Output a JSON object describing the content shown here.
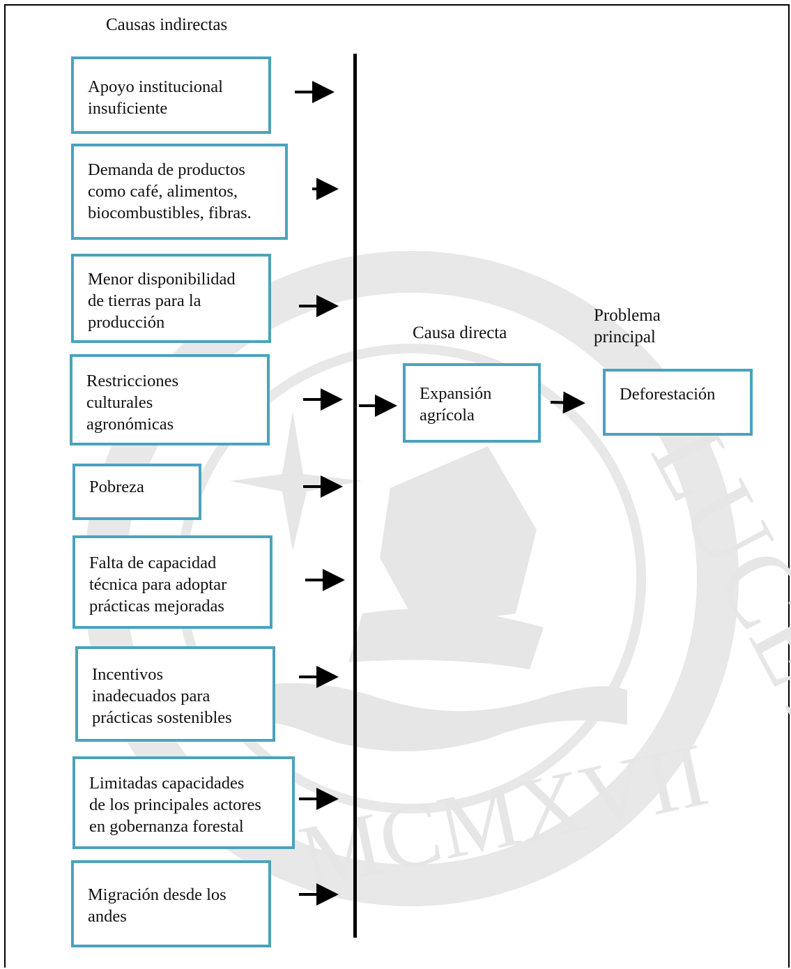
{
  "headings": {
    "indirect": "Causas indirectas",
    "direct": "Causa directa",
    "main": "Problema\nprincipal"
  },
  "indirect_causes": [
    "Apoyo institucional\ninsuficiente",
    "Demanda de productos\ncomo café, alimentos,\nbiocombustibles, fibras.",
    "Menor disponibilidad\nde tierras para la\nproducción",
    "Restricciones\nculturales\nagronómicas",
    "Pobreza",
    "Falta de capacidad\ntécnica para adoptar\nprácticas mejoradas",
    "Incentivos\ninadecuados para\nprácticas sostenibles",
    "Limitadas capacidades\nde los principales actores\nen gobernanza forestal",
    "Migración desde los\nandes"
  ],
  "direct_cause": "Expansión\nagrícola",
  "main_problem": "Deforestación",
  "watermark": {
    "motto": "LUCET",
    "year": "MCMXVII",
    "color": "#e6e6e6"
  },
  "colors": {
    "box_border": "#4aa3bd",
    "line": "#000000"
  }
}
